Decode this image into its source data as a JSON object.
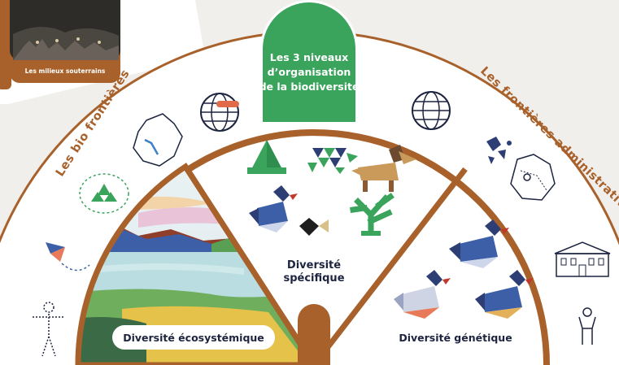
{
  "top_card": {
    "label": "Les milieux souterrains"
  },
  "center_tab": {
    "line1": "Les 3 niveaux",
    "line2": "d’organisation",
    "line3": "de la biodiversité"
  },
  "arc_left_label": "Les bio frontières",
  "arc_right_label": "Les frontières administratives",
  "sections": {
    "ecosystem": {
      "label": "Diversité écosystémique"
    },
    "species": {
      "line1": "Diversité",
      "line2": "spécifique"
    },
    "genetic": {
      "label": "Diversité génétique"
    }
  },
  "colors": {
    "brown": "#a8612b",
    "green": "#3aa35c",
    "navy": "#2c3e74",
    "background": "#f1efec"
  },
  "icons": [
    "globe-icon",
    "france-map-icon",
    "river-icon",
    "forest-area-icon",
    "bird-migration-icon",
    "human-body-icon",
    "islands-map-icon",
    "pin-map-icon",
    "town-hall-icon",
    "person-icon",
    "tree-icon",
    "turtle-icon",
    "deer-icon",
    "duck-icon",
    "coral-icon",
    "rock-icon"
  ]
}
